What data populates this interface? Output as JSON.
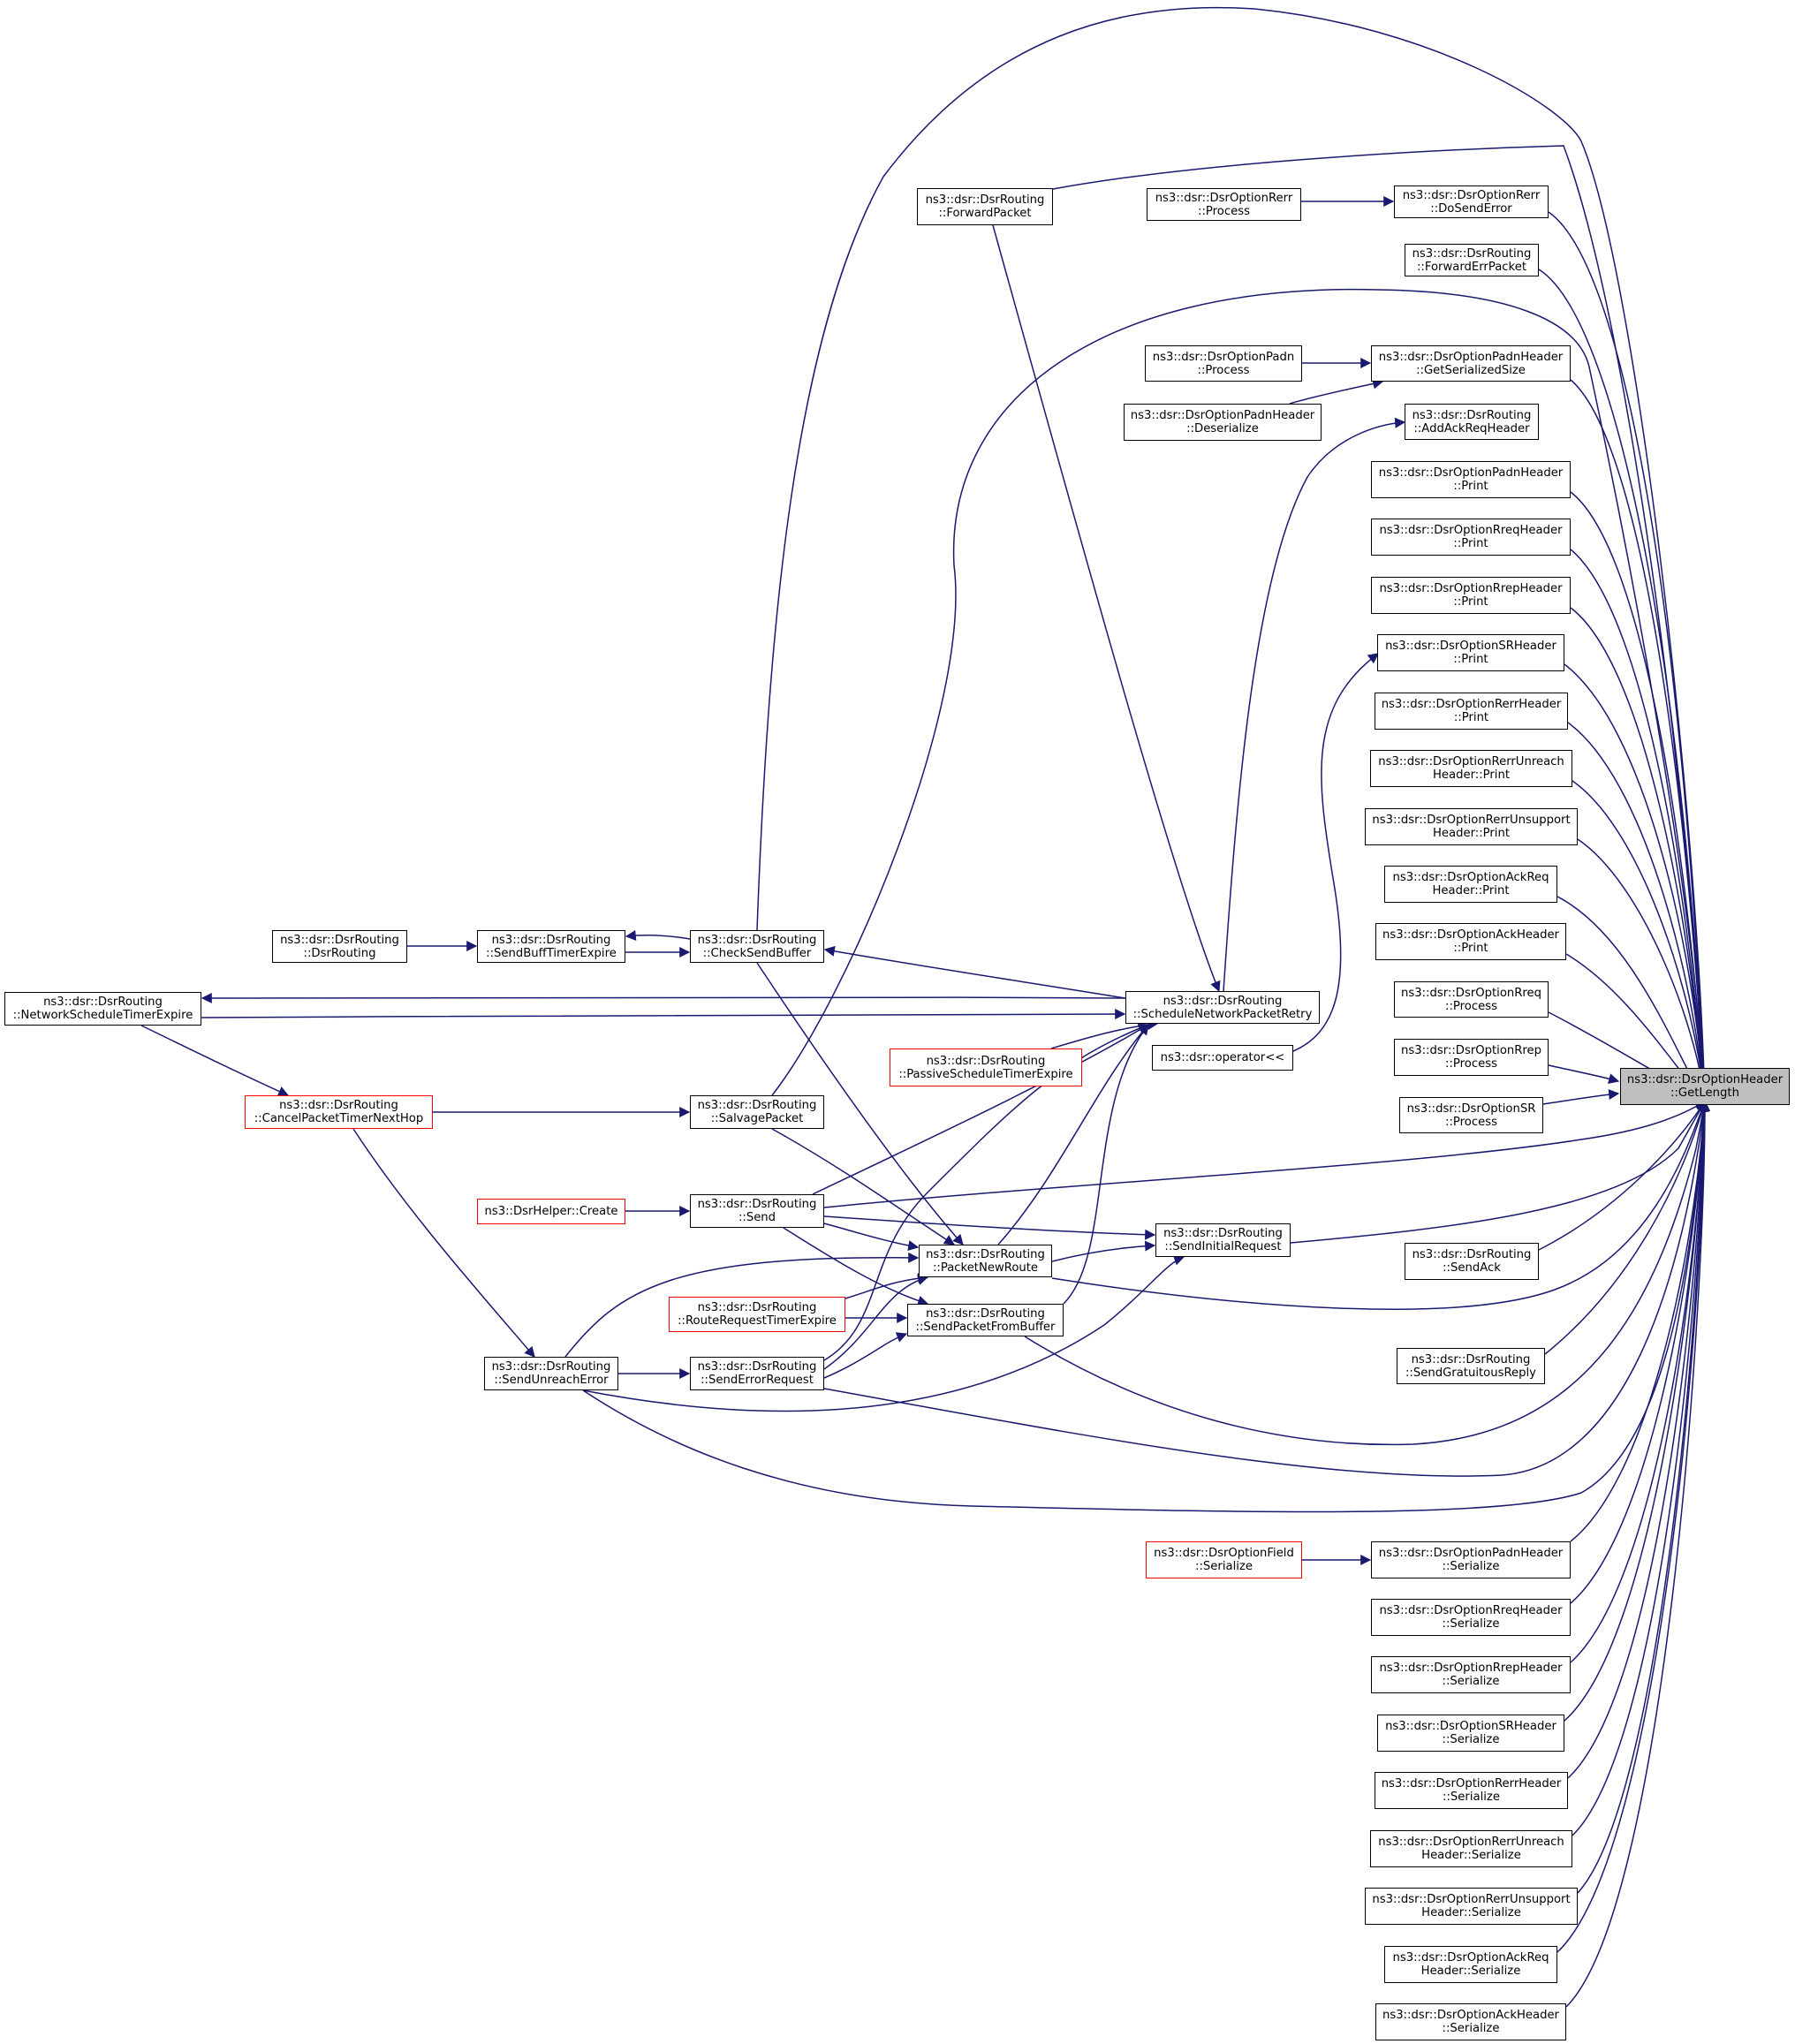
{
  "colors": {
    "edge": "#191970",
    "node_border": "#000000",
    "truncated_border": "#ff0000",
    "focus_fill": "#bfbfbf",
    "background": "#ffffff"
  },
  "nodes": {
    "getlength": {
      "l1": "ns3::dsr::DsrOptionHeader",
      "l2": "::GetLength"
    },
    "forwardpacket": {
      "l1": "ns3::dsr::DsrRouting",
      "l2": "::ForwardPacket"
    },
    "rerr_process": {
      "l1": "ns3::dsr::DsrOptionRerr",
      "l2": "::Process"
    },
    "rerr_dosenderror": {
      "l1": "ns3::dsr::DsrOptionRerr",
      "l2": "::DoSendError"
    },
    "forwarderrpacket": {
      "l1": "ns3::dsr::DsrRouting",
      "l2": "::ForwardErrPacket"
    },
    "padn_process": {
      "l1": "ns3::dsr::DsrOptionPadn",
      "l2": "::Process"
    },
    "padnh_getserializedsize": {
      "l1": "ns3::dsr::DsrOptionPadnHeader",
      "l2": "::GetSerializedSize"
    },
    "padnh_deserialize": {
      "l1": "ns3::dsr::DsrOptionPadnHeader",
      "l2": "::Deserialize"
    },
    "addackreqheader": {
      "l1": "ns3::dsr::DsrRouting",
      "l2": "::AddAckReqHeader"
    },
    "padnh_print": {
      "l1": "ns3::dsr::DsrOptionPadnHeader",
      "l2": "::Print"
    },
    "rreqh_print": {
      "l1": "ns3::dsr::DsrOptionRreqHeader",
      "l2": "::Print"
    },
    "rreph_print": {
      "l1": "ns3::dsr::DsrOptionRrepHeader",
      "l2": "::Print"
    },
    "srh_print": {
      "l1": "ns3::dsr::DsrOptionSRHeader",
      "l2": "::Print"
    },
    "rerrh_print": {
      "l1": "ns3::dsr::DsrOptionRerrHeader",
      "l2": "::Print"
    },
    "rerrunreach_print": {
      "l1": "ns3::dsr::DsrOptionRerrUnreach",
      "l2": "Header::Print"
    },
    "rerrunsupport_print": {
      "l1": "ns3::dsr::DsrOptionRerrUnsupport",
      "l2": "Header::Print"
    },
    "ackreq_print": {
      "l1": "ns3::dsr::DsrOptionAckReq",
      "l2": "Header::Print"
    },
    "ackh_print": {
      "l1": "ns3::dsr::DsrOptionAckHeader",
      "l2": "::Print"
    },
    "rreq_process": {
      "l1": "ns3::dsr::DsrOptionRreq",
      "l2": "::Process"
    },
    "rrep_process": {
      "l1": "ns3::dsr::DsrOptionRrep",
      "l2": "::Process"
    },
    "sr_process": {
      "l1": "ns3::dsr::DsrOptionSR",
      "l2": "::Process"
    },
    "sendack": {
      "l1": "ns3::dsr::DsrRouting",
      "l2": "::SendAck"
    },
    "sendgratuitousreply": {
      "l1": "ns3::dsr::DsrRouting",
      "l2": "::SendGratuitousReply"
    },
    "field_serialize": {
      "l1": "ns3::dsr::DsrOptionField",
      "l2": "::Serialize"
    },
    "padnh_serialize": {
      "l1": "ns3::dsr::DsrOptionPadnHeader",
      "l2": "::Serialize"
    },
    "rreqh_serialize": {
      "l1": "ns3::dsr::DsrOptionRreqHeader",
      "l2": "::Serialize"
    },
    "rreph_serialize": {
      "l1": "ns3::dsr::DsrOptionRrepHeader",
      "l2": "::Serialize"
    },
    "srh_serialize": {
      "l1": "ns3::dsr::DsrOptionSRHeader",
      "l2": "::Serialize"
    },
    "rerrh_serialize": {
      "l1": "ns3::dsr::DsrOptionRerrHeader",
      "l2": "::Serialize"
    },
    "rerrunreach_serialize": {
      "l1": "ns3::dsr::DsrOptionRerrUnreach",
      "l2": "Header::Serialize"
    },
    "rerrunsupport_serialize": {
      "l1": "ns3::dsr::DsrOptionRerrUnsupport",
      "l2": "Header::Serialize"
    },
    "ackreq_serialize": {
      "l1": "ns3::dsr::DsrOptionAckReq",
      "l2": "Header::Serialize"
    },
    "ackh_serialize": {
      "l1": "ns3::dsr::DsrOptionAckHeader",
      "l2": "::Serialize"
    },
    "dsrrouting": {
      "l1": "ns3::dsr::DsrRouting",
      "l2": "::DsrRouting"
    },
    "sendbufftimerexpire": {
      "l1": "ns3::dsr::DsrRouting",
      "l2": "::SendBuffTimerExpire"
    },
    "checksendbuffer": {
      "l1": "ns3::dsr::DsrRouting",
      "l2": "::CheckSendBuffer"
    },
    "networkscheduletimerexpire": {
      "l1": "ns3::dsr::DsrRouting",
      "l2": "::NetworkScheduleTimerExpire"
    },
    "schedulenetworkpacketretry": {
      "l1": "ns3::dsr::DsrRouting",
      "l2": "::ScheduleNetworkPacketRetry"
    },
    "operator": {
      "l1": "ns3::dsr::operator<<"
    },
    "passiveschedule": {
      "l1": "ns3::dsr::DsrRouting",
      "l2": "::PassiveScheduleTimerExpire"
    },
    "cancelpackettimer": {
      "l1": "ns3::dsr::DsrRouting",
      "l2": "::CancelPacketTimerNextHop"
    },
    "salvagepacket": {
      "l1": "ns3::dsr::DsrRouting",
      "l2": "::SalvagePacket"
    },
    "helper_create": {
      "l1": "ns3::DsrHelper::Create"
    },
    "send": {
      "l1": "ns3::dsr::DsrRouting",
      "l2": "::Send"
    },
    "sendinitialrequest": {
      "l1": "ns3::dsr::DsrRouting",
      "l2": "::SendInitialRequest"
    },
    "packetnewroute": {
      "l1": "ns3::dsr::DsrRouting",
      "l2": "::PacketNewRoute"
    },
    "routerequesttimerexpire": {
      "l1": "ns3::dsr::DsrRouting",
      "l2": "::RouteRequestTimerExpire"
    },
    "sendpacketfrombuffer": {
      "l1": "ns3::dsr::DsrRouting",
      "l2": "::SendPacketFromBuffer"
    },
    "sendunreacherror": {
      "l1": "ns3::dsr::DsrRouting",
      "l2": "::SendUnreachError"
    },
    "senderrorrequest": {
      "l1": "ns3::dsr::DsrRouting",
      "l2": "::SendErrorRequest"
    }
  }
}
